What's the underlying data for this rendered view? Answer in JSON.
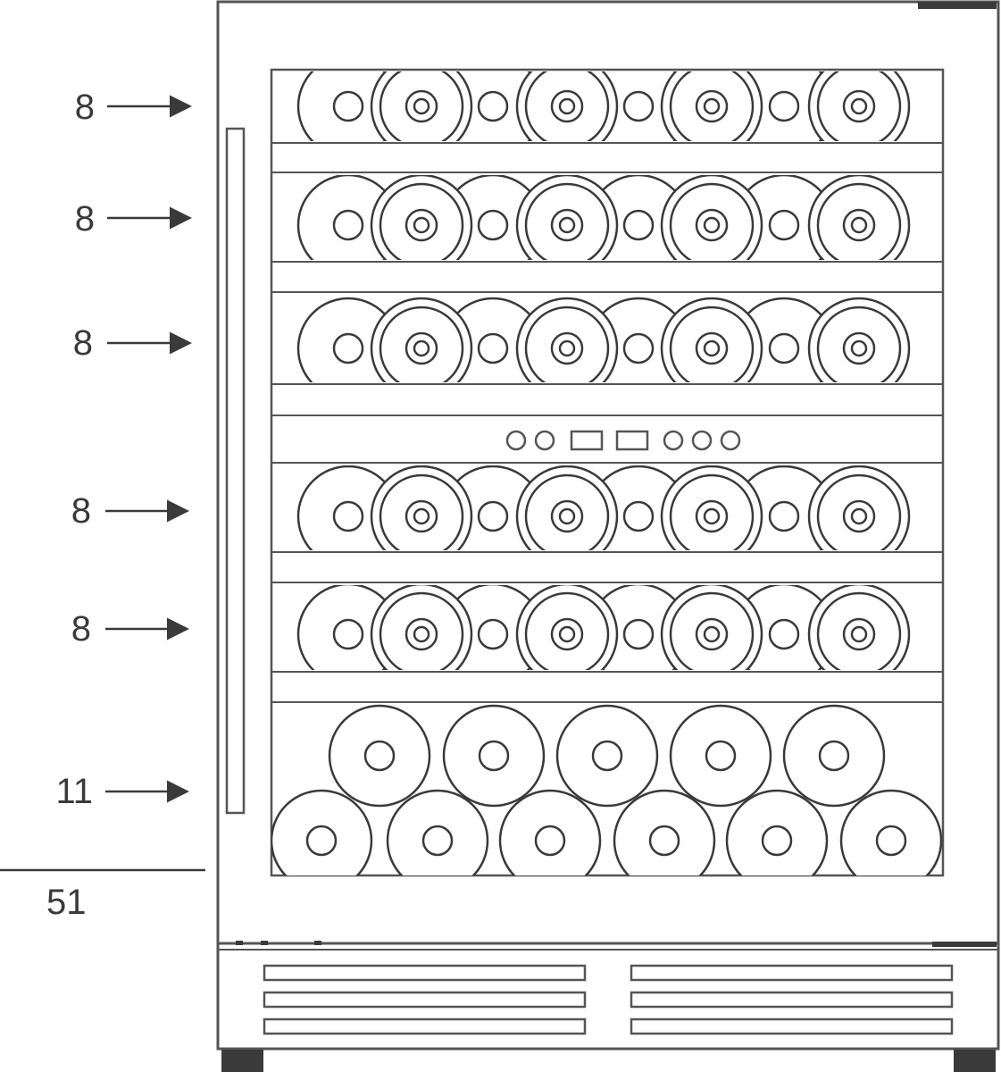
{
  "annotations": {
    "shelves": [
      {
        "count": "8"
      },
      {
        "count": "8"
      },
      {
        "count": "8"
      },
      {
        "count": "8"
      },
      {
        "count": "8"
      },
      {
        "count": "11"
      }
    ],
    "total": "51"
  },
  "colors": {
    "line": "#3a3a3a",
    "frame": "#555555",
    "background": "#ffffff"
  }
}
